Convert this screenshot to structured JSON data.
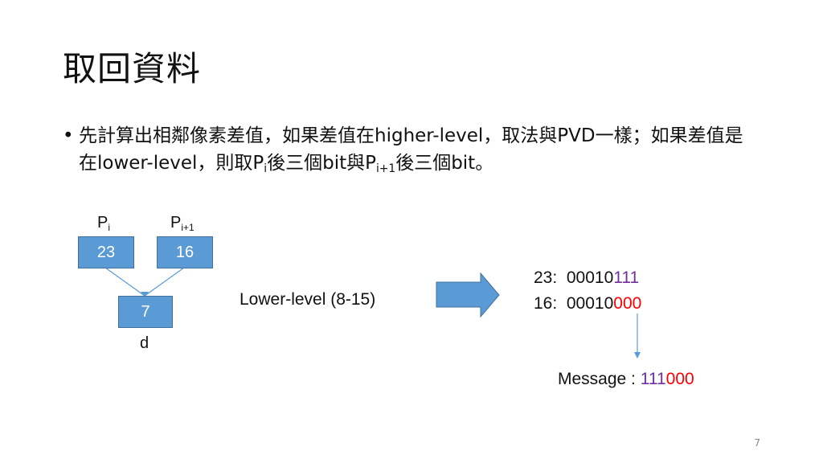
{
  "title": "取回資料",
  "bullet": {
    "symbol": "•",
    "part1": "先計算出相鄰像素差值，如果差值在higher-level，取法與PVD一樣；如果差值是在lower-level，則取P",
    "sub1": "i",
    "part2": "後三個bit與P",
    "sub2": "i+1",
    "part3": "後三個bit。"
  },
  "diagram": {
    "pi_label": "P",
    "pi_sub": "i",
    "pi1_label": "P",
    "pi1_sub": "i+1",
    "box_pi": "23",
    "box_pi1": "16",
    "box_d": "7",
    "d_label": "d",
    "level_text": "Lower-level (8-15)",
    "line1_prefix": "23:  00010",
    "line1_bits": "111",
    "line2_prefix": "16:  00010",
    "line2_bits": "000",
    "message_label": "Message : ",
    "message_part1": "111",
    "message_part2": "000"
  },
  "colors": {
    "box_fill": "#5b9bd5",
    "purple": "#7030a0",
    "red": "#ff0000"
  },
  "page_number": "7"
}
